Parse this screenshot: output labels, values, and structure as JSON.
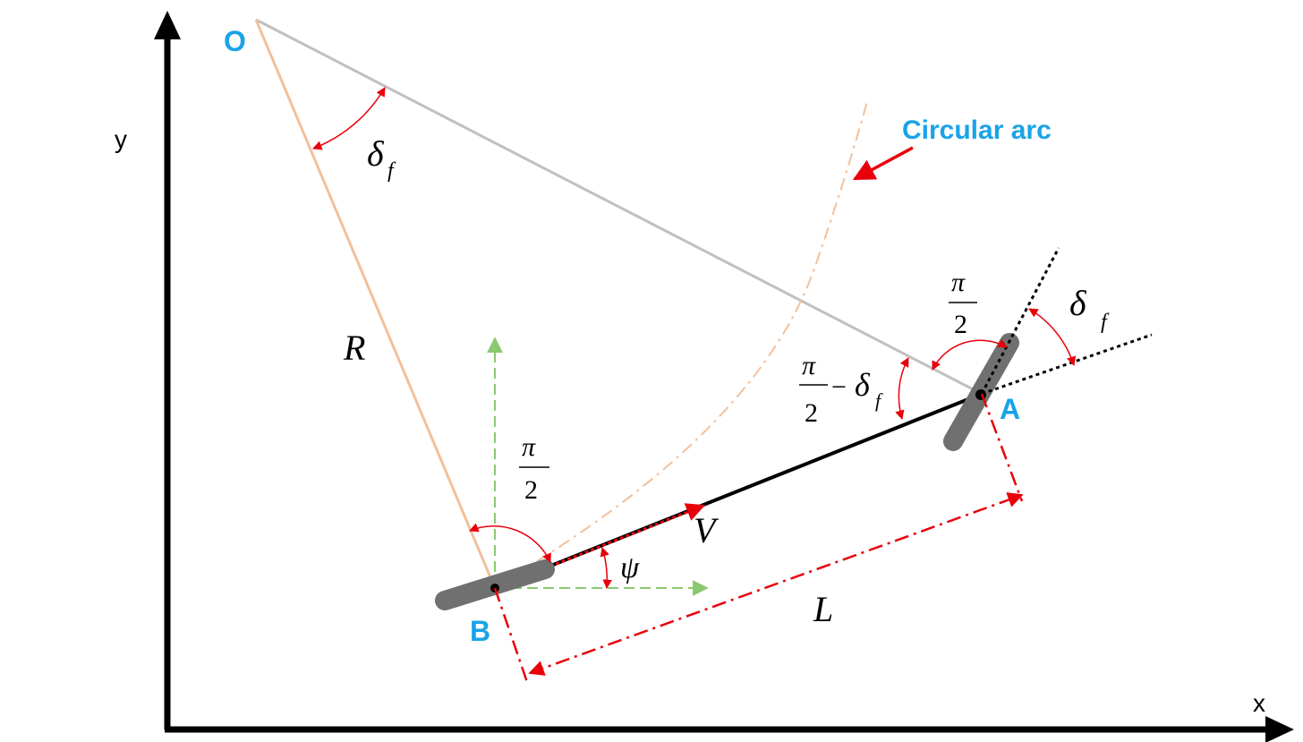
{
  "axes": {
    "x_label": "x",
    "y_label": "y"
  },
  "points": {
    "O": "O",
    "A": "A",
    "B": "B"
  },
  "annotations": {
    "circular_arc": "Circular arc",
    "R": "R",
    "L": "L",
    "V": "V",
    "psi": "ψ",
    "delta_f": "δ",
    "delta_f_sub": "f",
    "pi": "π",
    "two": "2",
    "minus": "−"
  },
  "colors": {
    "axis": "#000000",
    "point_label": "#1aa3e8",
    "radius_line": "#f2c09c",
    "chord_line": "#c0c0c0",
    "dimension": "#e8000b",
    "reference_axes": "#8cc870",
    "wheel": "#707070"
  }
}
